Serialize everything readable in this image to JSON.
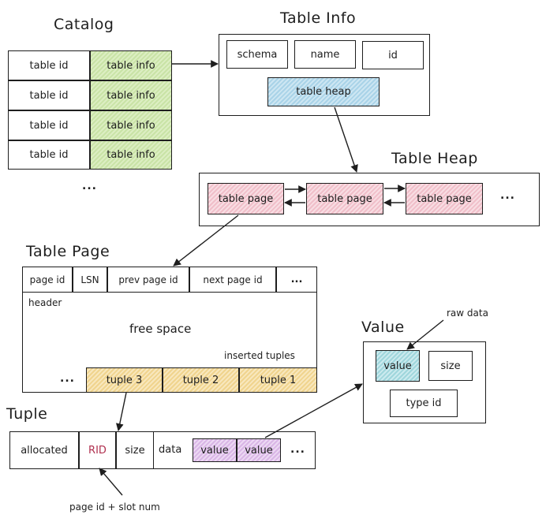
{
  "catalog": {
    "title": "Catalog",
    "rows": [
      {
        "id": "table id",
        "info": "table info"
      },
      {
        "id": "table id",
        "info": "table info"
      },
      {
        "id": "table id",
        "info": "table info"
      },
      {
        "id": "table id",
        "info": "table info"
      }
    ],
    "ellipsis": "..."
  },
  "table_info": {
    "title": "Table Info",
    "fields": [
      "schema",
      "name",
      "id"
    ],
    "heap": "table heap"
  },
  "table_heap": {
    "title": "Table Heap",
    "pages": [
      "table page",
      "table page",
      "table page"
    ],
    "ellipsis": "..."
  },
  "table_page": {
    "title": "Table Page",
    "header_fields": [
      "page id",
      "LSN",
      "prev page id",
      "next page id",
      "..."
    ],
    "header_label": "header",
    "free_space": "free space",
    "inserted_label": "inserted tuples",
    "ellipsis": "...",
    "tuples": [
      "tuple 3",
      "tuple 2",
      "tuple 1"
    ]
  },
  "tuple": {
    "title": "Tuple",
    "fields": [
      "allocated",
      "RID",
      "size",
      "data"
    ],
    "values": [
      "value",
      "value"
    ],
    "ellipsis": "...",
    "rid_note": "page id + slot num"
  },
  "value": {
    "title": "Value",
    "raw_note": "raw data",
    "fields": [
      "value",
      "size",
      "type id"
    ]
  },
  "colors": {
    "stroke": "#1e1e1e",
    "green": "#c9e3a6",
    "blue": "#a9d3e8",
    "pink": "#f0bfc9",
    "yellow": "#f0d48e",
    "purple": "#d9b6e6",
    "teal": "#9fd6dc",
    "rid": "#b0304f"
  }
}
